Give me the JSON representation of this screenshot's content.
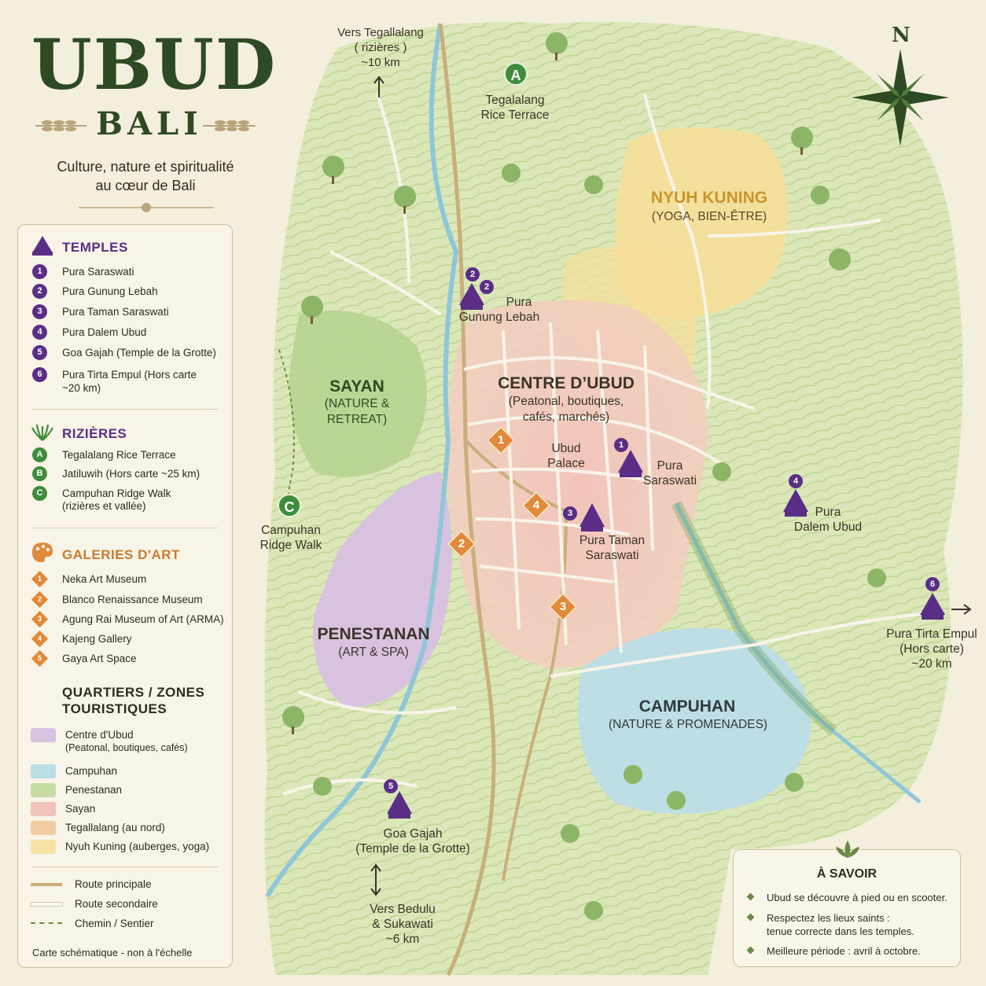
{
  "title": {
    "main": "UBUD",
    "sub": "BALI",
    "tagline_1": "Culture, nature et spiritualité",
    "tagline_2": "au cœur de Bali"
  },
  "legend": {
    "temples": {
      "heading": "TEMPLES",
      "items": [
        {
          "num": "1",
          "label": "Pura Saraswati"
        },
        {
          "num": "2",
          "label": "Pura Gunung Lebah"
        },
        {
          "num": "3",
          "label": "Pura Taman Saraswati"
        },
        {
          "num": "4",
          "label": "Pura Dalem Ubud"
        },
        {
          "num": "5",
          "label": "Goa Gajah (Temple de la Grotte)"
        },
        {
          "num": "6",
          "label": "Pura Tirta Empul (Hors carte",
          "label_2": "~20 km)"
        }
      ]
    },
    "rice": {
      "heading": "RIZIÈRES",
      "items": [
        {
          "num": "A",
          "label": "Tegalalang Rice Terrace"
        },
        {
          "num": "B",
          "label": "Jatiluwih (Hors carte ~25 km)"
        },
        {
          "num": "C",
          "label": "Campuhan Ridge Walk",
          "label_2": "(rizières et vallée)"
        }
      ]
    },
    "galleries": {
      "heading": "GALERIES D'ART",
      "items": [
        {
          "num": "1",
          "label": "Neka Art Museum"
        },
        {
          "num": "2",
          "label": "Blanco Renaissance Museum"
        },
        {
          "num": "3",
          "label": "Agung Rai Museum of Art (ARMA)"
        },
        {
          "num": "4",
          "label": "Kajeng Gallery"
        },
        {
          "num": "5",
          "label": "Gaya Art Space"
        }
      ]
    },
    "zones": {
      "heading_1": "QUARTIERS / ZONES",
      "heading_2": "TOURISTIQUES",
      "items": [
        {
          "label": "Centre d'Ubud",
          "label_2": "(Peatonal, boutiques, cafés)",
          "color": "#d7c2e2"
        },
        {
          "label": "Campuhan",
          "color": "#bcdde6"
        },
        {
          "label": "Penestanan",
          "color": "#c7dca4"
        },
        {
          "label": "Sayan",
          "color": "#f0c4b9"
        },
        {
          "label": "Tegallalang (au nord)",
          "color": "#f2cda4"
        },
        {
          "label": "Nyuh Kuning (auberges, yoga)",
          "color": "#f7e3a6"
        }
      ]
    },
    "roads": [
      {
        "label": "Route principale"
      },
      {
        "label": "Route secondaire"
      },
      {
        "label": "Chemin / Sentier"
      }
    ],
    "footer": "Carte schématique - non à l'échelle"
  },
  "map": {
    "compass": "N",
    "zones": {
      "nyuh_kuning": {
        "title": "NYUH KUNING",
        "sub": "(YOGA, BIEN-ÊTRE)"
      },
      "centre": {
        "title": "CENTRE D’UBUD",
        "sub_1": "(Peatonal, boutiques,",
        "sub_2": "cafés, marchés)"
      },
      "sayan": {
        "title": "SAYAN",
        "sub_1": "(NATURE &",
        "sub_2": "RETREAT)"
      },
      "penestanan": {
        "title": "PENESTANAN",
        "sub": "(ART & SPA)"
      },
      "campuhan": {
        "title": "CAMPUHAN",
        "sub": "(NATURE & PROMENADES)"
      }
    },
    "places": {
      "tegalalang": {
        "badge": "A",
        "line_1": "Tegalalang",
        "line_2": "Rice Terrace"
      },
      "campuhan_ridge": {
        "badge": "C",
        "line_1": "Campuhan",
        "line_2": "Ridge Walk"
      },
      "gunung_lebah": {
        "line_1": "Pura",
        "line_2": "Gunung Lebah"
      },
      "ubud_palace": {
        "line_1": "Ubud",
        "line_2": "Palace"
      },
      "saraswati": {
        "line_1": "Pura",
        "line_2": "Saraswati"
      },
      "taman_saraswati": {
        "line_1": "Pura Taman",
        "line_2": "Saraswati"
      },
      "dalem_ubud": {
        "line_1": "Pura",
        "line_2": "Dalem Ubud"
      },
      "tirta_empul": {
        "line_1": "Pura Tirta Empul",
        "line_2": "(Hors carte)",
        "line_3": "~20 km"
      },
      "goa_gajah": {
        "line_1": "Goa Gajah",
        "line_2": "(Temple de la Grotte)"
      }
    },
    "directions": {
      "north": {
        "line_1": "Vers Tegallalang",
        "line_2": "( rizières )",
        "line_3": "~10 km"
      },
      "south": {
        "line_1": "Vers Bedulu",
        "line_2": "& Sukawati",
        "line_3": "~6 km"
      }
    },
    "temple_pins": [
      "1",
      "2",
      "3",
      "4",
      "5",
      "6",
      "2"
    ],
    "gallery_pins": [
      "1",
      "2",
      "3",
      "4"
    ]
  },
  "info": {
    "title": "À SAVOIR",
    "items": [
      {
        "text": "Ubud se découvre à pied ou en scooter."
      },
      {
        "text": "Respectez les lieux saints :",
        "text_2": "tenue correcte dans les temples."
      },
      {
        "text": "Meilleure période : avril à octobre."
      }
    ]
  },
  "colors": {
    "temple": "#5a2e86",
    "gallery": "#e08a3a",
    "rice": "#3f8c3c",
    "title": "#2d4a23",
    "river": "#8fc6d8",
    "main_road": "#c9ae7c"
  }
}
